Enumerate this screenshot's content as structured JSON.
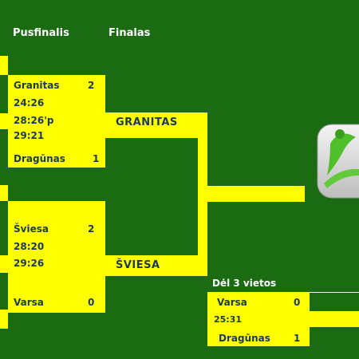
{
  "headers": {
    "semifinals": "Pusfinalis",
    "finals": "Finalas",
    "third_place": "Dėl 3 vietos"
  },
  "semifinal1": {
    "team1": {
      "name": "Granitas",
      "score": "2"
    },
    "sets": [
      "24:26",
      "28:26'p",
      "29:21"
    ],
    "team2": {
      "name": "Dragūnas",
      "score": "1"
    }
  },
  "semifinal2": {
    "team1": {
      "name": "Šviesa",
      "score": "2"
    },
    "sets": [
      "28:20",
      "29:26"
    ],
    "team2": {
      "name": "Varsa",
      "score": "0"
    }
  },
  "final": {
    "team1": "GRANITAS",
    "team2": "ŠVIESA"
  },
  "third_place": {
    "team1": {
      "name": "Varsa",
      "score": "0"
    },
    "sets": [
      "25:31"
    ],
    "team2": {
      "name": "Dragūnas",
      "score": "1"
    }
  },
  "colors": {
    "background": "#1a6b11",
    "bracket": "#ffff00",
    "text": "#1a3a5c",
    "header": "#ffffff"
  },
  "icons": {
    "trophy": "trophy-logo-icon"
  }
}
